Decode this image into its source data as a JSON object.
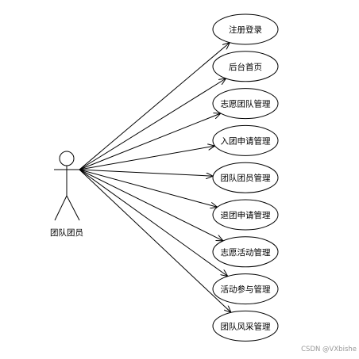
{
  "actor": {
    "name": "团队团员"
  },
  "use_cases": [
    "注册登录",
    "后台首页",
    "志愿团队管理",
    "入团申请管理",
    "团队团员管理",
    "退团申请管理",
    "志愿活动管理",
    "活动参与管理",
    "团队风采管理"
  ],
  "watermark": "CSDN @VXbishe"
}
